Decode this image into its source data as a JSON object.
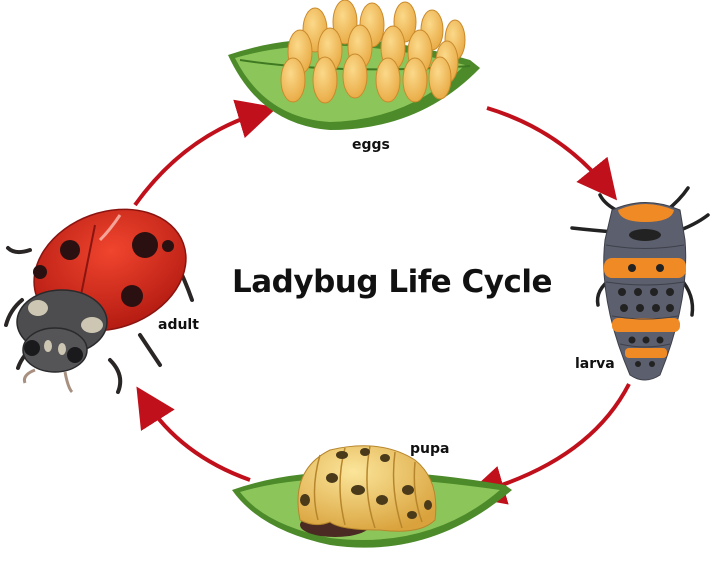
{
  "diagram": {
    "title": "Ladybug Life Cycle",
    "stages": [
      {
        "id": "eggs",
        "label": "eggs",
        "order": 1
      },
      {
        "id": "larva",
        "label": "larva",
        "order": 2
      },
      {
        "id": "pupa",
        "label": "pupa",
        "order": 3
      },
      {
        "id": "adult",
        "label": "adult",
        "order": 4
      }
    ],
    "flow": [
      {
        "from": "eggs",
        "to": "larva"
      },
      {
        "from": "larva",
        "to": "pupa"
      },
      {
        "from": "pupa",
        "to": "adult"
      },
      {
        "from": "adult",
        "to": "eggs"
      }
    ],
    "colors": {
      "arrow": "#c0101b",
      "leaf": "#5a9a32",
      "leaf_light": "#8cc65a",
      "egg": "#f2bc5c",
      "larva_body": "#5c5f6e",
      "larva_orange": "#f08a24",
      "pupa": "#edc05a",
      "ladybug_red": "#d8261c",
      "spot": "#1f1414"
    }
  }
}
